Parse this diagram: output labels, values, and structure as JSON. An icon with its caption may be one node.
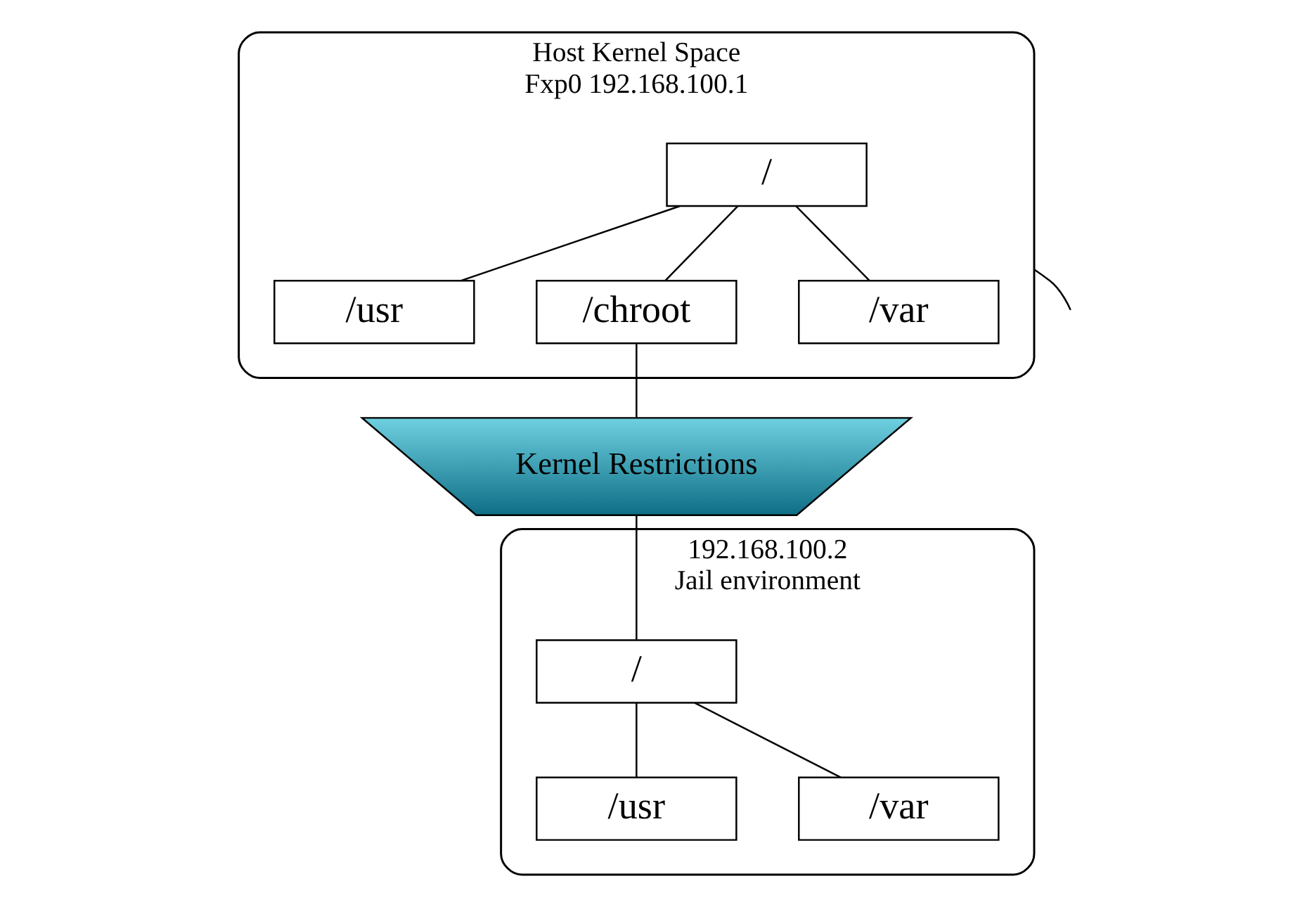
{
  "diagram": {
    "nodes": [
      {
        "text": [
          "Host Kernel Space",
          "Fxp0 192.168.100.1"
        ]
      },
      {
        "text": [
          "/"
        ],
        "in": 0
      },
      {
        "text": [
          "/usr"
        ],
        "in": 0
      },
      {
        "text": [
          "/chroot"
        ],
        "in": 0
      },
      {
        "text": [
          "/var"
        ],
        "in": 0
      },
      {
        "text": [
          "Kernel Restrictions"
        ]
      },
      {
        "text": [
          "192.168.100.2",
          "Jail environment"
        ]
      },
      {
        "text": [
          "/"
        ],
        "in": 6
      },
      {
        "text": [
          "/usr"
        ],
        "in": 6
      },
      {
        "text": [
          "/var"
        ],
        "in": 6
      }
    ],
    "edges": [
      {
        "from": 1,
        "to": 2,
        "arrow": "none"
      },
      {
        "from": 1,
        "to": 3,
        "arrow": "none"
      },
      {
        "from": 1,
        "to": 4,
        "arrow": "none"
      },
      {
        "from": 3,
        "to": 5,
        "arrow": "none"
      },
      {
        "from": 5,
        "to": 7,
        "arrow": "none"
      },
      {
        "from": 7,
        "to": 8,
        "arrow": "none"
      },
      {
        "from": 7,
        "to": 9,
        "arrow": "none"
      },
      {
        "from": 0,
        "to": null,
        "arrow": "none"
      }
    ]
  }
}
